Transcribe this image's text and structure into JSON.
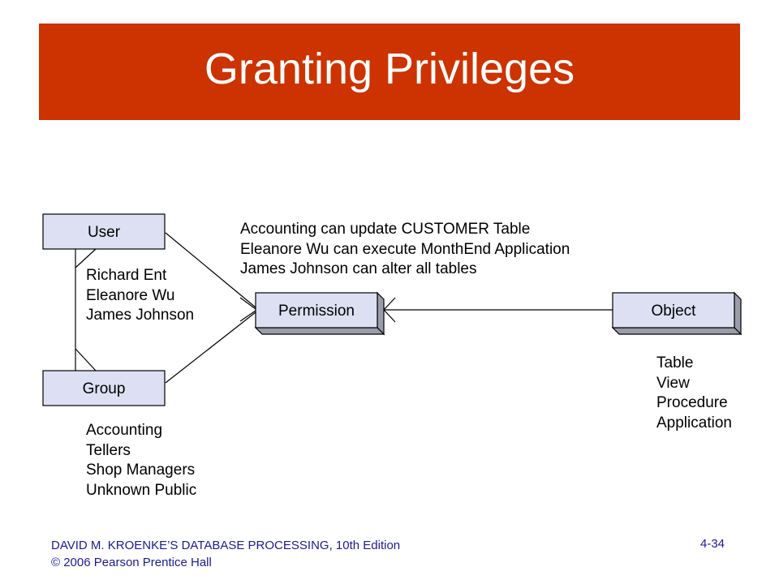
{
  "title": "Granting Privileges",
  "colors": {
    "title_bar": "#cc3300",
    "entity_fill": "#dde0f3",
    "footer_text": "#1a1a99"
  },
  "entities": {
    "user": "User",
    "group": "Group",
    "permission": "Permission",
    "object": "Object"
  },
  "user_examples": [
    "Richard Ent",
    "Eleanore Wu",
    "James Johnson"
  ],
  "group_examples": [
    "Accounting",
    "Tellers",
    "Shop Managers",
    "Unknown Public"
  ],
  "permission_examples": [
    "Accounting can update CUSTOMER Table",
    "Eleanore Wu can execute MonthEnd Application",
    "James Johnson can alter all tables"
  ],
  "object_types": [
    "Table",
    "View",
    "Procedure",
    "Application"
  ],
  "footer": {
    "line1": "DAVID M. KROENKE’S DATABASE PROCESSING, 10th Edition",
    "line2": "© 2006 Pearson Prentice Hall",
    "page": "4-34"
  }
}
